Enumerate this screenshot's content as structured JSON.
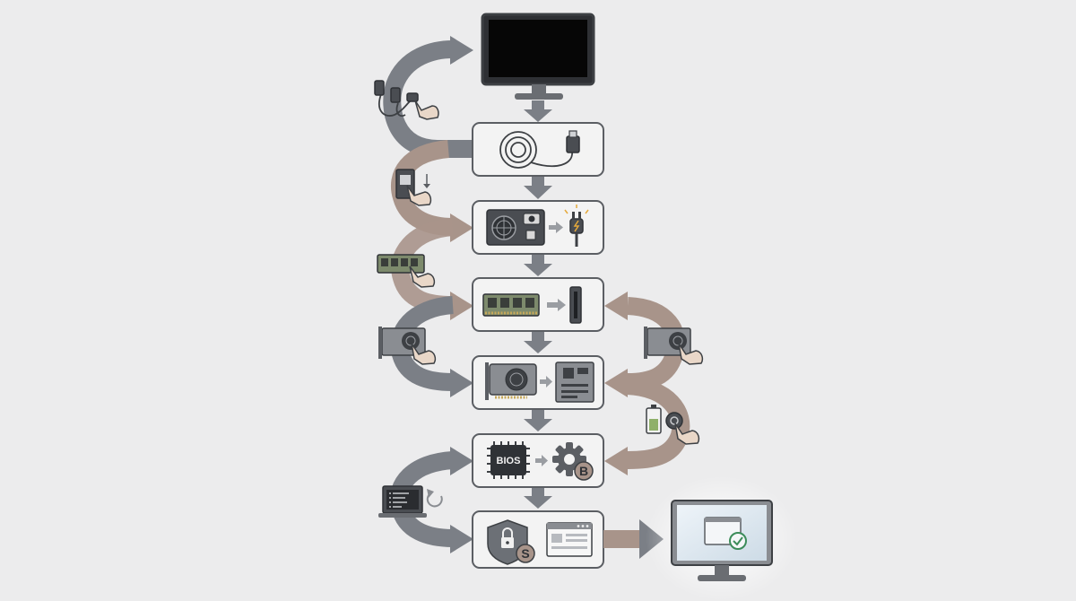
{
  "diagram": {
    "steps": [
      {
        "id": "connect-cable",
        "icons": [
          "cable-icon",
          "connector-icon"
        ]
      },
      {
        "id": "power-supply",
        "icons": [
          "psu-icon",
          "arrow-icon",
          "plug-icon"
        ]
      },
      {
        "id": "ram",
        "icons": [
          "ram-stick-icon",
          "arrow-icon",
          "ram-slot-icon"
        ]
      },
      {
        "id": "gpu",
        "icons": [
          "gpu-icon",
          "arrow-icon",
          "motherboard-icon"
        ]
      },
      {
        "id": "bios",
        "icons": [
          "chip-icon",
          "arrow-icon",
          "gear-icon"
        ]
      },
      {
        "id": "os",
        "icons": [
          "shield-lock-icon",
          "browser-window-icon"
        ]
      }
    ],
    "labels": {
      "bios_chip": "BIOS",
      "gear_badge": "B",
      "shield_badge": "S"
    },
    "colors": {
      "background": "#ececed",
      "gray_arrow": "#7b7f86",
      "tan_arrow": "#a8948a",
      "box_stroke": "#5b5e63",
      "screen_glow": "#e9f1f7",
      "check_green": "#3c8c5a"
    }
  }
}
